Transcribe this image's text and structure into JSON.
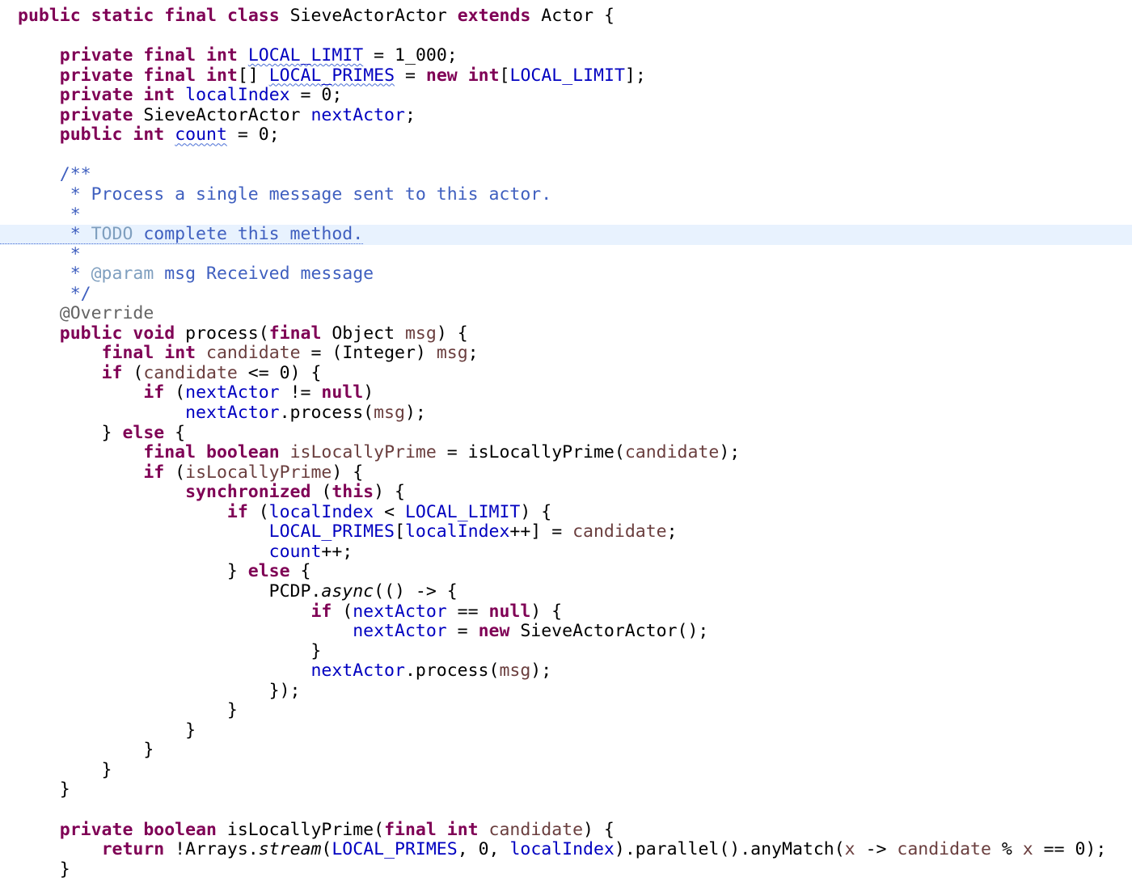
{
  "editor": {
    "colors": {
      "background": "#ffffff",
      "current_line_highlight": "#e8f2fe",
      "keyword": "#7f0055",
      "field": "#0000c0",
      "local_variable": "#6a3e3e",
      "javadoc": "#3f5fbf",
      "javadoc_tag": "#7f9fbf",
      "annotation": "#646464",
      "plain": "#000000",
      "warning_squiggle": "#4a6fd6"
    },
    "highlighted_line_index": 11,
    "lines": [
      [
        {
          "t": "public",
          "k": "kw"
        },
        {
          "t": " ",
          "k": "plain"
        },
        {
          "t": "static",
          "k": "kw"
        },
        {
          "t": " ",
          "k": "plain"
        },
        {
          "t": "final",
          "k": "kw"
        },
        {
          "t": " ",
          "k": "plain"
        },
        {
          "t": "class",
          "k": "kw"
        },
        {
          "t": " SieveActorActor ",
          "k": "plain"
        },
        {
          "t": "extends",
          "k": "kw"
        },
        {
          "t": " Actor {",
          "k": "plain"
        }
      ],
      [],
      [
        {
          "t": "    ",
          "k": "plain"
        },
        {
          "t": "private",
          "k": "kw"
        },
        {
          "t": " ",
          "k": "plain"
        },
        {
          "t": "final",
          "k": "kw"
        },
        {
          "t": " ",
          "k": "plain"
        },
        {
          "t": "int",
          "k": "kw"
        },
        {
          "t": " ",
          "k": "plain"
        },
        {
          "t": "LOCAL_LIMIT",
          "k": "field",
          "squiggle": true
        },
        {
          "t": " = 1_000;",
          "k": "plain"
        }
      ],
      [
        {
          "t": "    ",
          "k": "plain"
        },
        {
          "t": "private",
          "k": "kw"
        },
        {
          "t": " ",
          "k": "plain"
        },
        {
          "t": "final",
          "k": "kw"
        },
        {
          "t": " ",
          "k": "plain"
        },
        {
          "t": "int",
          "k": "kw"
        },
        {
          "t": "[] ",
          "k": "plain"
        },
        {
          "t": "LOCAL_PRIMES",
          "k": "field",
          "squiggle": true
        },
        {
          "t": " = ",
          "k": "plain"
        },
        {
          "t": "new",
          "k": "kw"
        },
        {
          "t": " ",
          "k": "plain"
        },
        {
          "t": "int",
          "k": "kw"
        },
        {
          "t": "[",
          "k": "plain"
        },
        {
          "t": "LOCAL_LIMIT",
          "k": "field"
        },
        {
          "t": "];",
          "k": "plain"
        }
      ],
      [
        {
          "t": "    ",
          "k": "plain"
        },
        {
          "t": "private",
          "k": "kw"
        },
        {
          "t": " ",
          "k": "plain"
        },
        {
          "t": "int",
          "k": "kw"
        },
        {
          "t": " ",
          "k": "plain"
        },
        {
          "t": "localIndex",
          "k": "field"
        },
        {
          "t": " = 0;",
          "k": "plain"
        }
      ],
      [
        {
          "t": "    ",
          "k": "plain"
        },
        {
          "t": "private",
          "k": "kw"
        },
        {
          "t": " SieveActorActor ",
          "k": "plain"
        },
        {
          "t": "nextActor",
          "k": "field"
        },
        {
          "t": ";",
          "k": "plain"
        }
      ],
      [
        {
          "t": "    ",
          "k": "plain"
        },
        {
          "t": "public",
          "k": "kw"
        },
        {
          "t": " ",
          "k": "plain"
        },
        {
          "t": "int",
          "k": "kw"
        },
        {
          "t": " ",
          "k": "plain"
        },
        {
          "t": "count",
          "k": "field",
          "squiggle": true
        },
        {
          "t": " = 0;",
          "k": "plain"
        }
      ],
      [],
      [
        {
          "t": "    /**",
          "k": "doc"
        }
      ],
      [
        {
          "t": "     * Process a single message sent to this actor.",
          "k": "doc"
        }
      ],
      [
        {
          "t": "     *",
          "k": "doc"
        }
      ],
      [
        {
          "t": "     * ",
          "k": "doc"
        },
        {
          "t": "TODO",
          "k": "doctag"
        },
        {
          "t": " complete this method.",
          "k": "doc"
        }
      ],
      [
        {
          "t": "     *",
          "k": "doc"
        }
      ],
      [
        {
          "t": "     * ",
          "k": "doc"
        },
        {
          "t": "@param",
          "k": "doctag"
        },
        {
          "t": " msg Received message",
          "k": "doc"
        }
      ],
      [
        {
          "t": "     */",
          "k": "doc"
        }
      ],
      [
        {
          "t": "    @Override",
          "k": "annot"
        }
      ],
      [
        {
          "t": "    ",
          "k": "plain"
        },
        {
          "t": "public",
          "k": "kw"
        },
        {
          "t": " ",
          "k": "plain"
        },
        {
          "t": "void",
          "k": "kw"
        },
        {
          "t": " process(",
          "k": "plain"
        },
        {
          "t": "final",
          "k": "kw"
        },
        {
          "t": " Object ",
          "k": "plain"
        },
        {
          "t": "msg",
          "k": "local"
        },
        {
          "t": ") {",
          "k": "plain"
        }
      ],
      [
        {
          "t": "        ",
          "k": "plain"
        },
        {
          "t": "final",
          "k": "kw"
        },
        {
          "t": " ",
          "k": "plain"
        },
        {
          "t": "int",
          "k": "kw"
        },
        {
          "t": " ",
          "k": "plain"
        },
        {
          "t": "candidate",
          "k": "local"
        },
        {
          "t": " = (Integer) ",
          "k": "plain"
        },
        {
          "t": "msg",
          "k": "local"
        },
        {
          "t": ";",
          "k": "plain"
        }
      ],
      [
        {
          "t": "        ",
          "k": "plain"
        },
        {
          "t": "if",
          "k": "kw"
        },
        {
          "t": " (",
          "k": "plain"
        },
        {
          "t": "candidate",
          "k": "local"
        },
        {
          "t": " <= 0) {",
          "k": "plain"
        }
      ],
      [
        {
          "t": "            ",
          "k": "plain"
        },
        {
          "t": "if",
          "k": "kw"
        },
        {
          "t": " (",
          "k": "plain"
        },
        {
          "t": "nextActor",
          "k": "field"
        },
        {
          "t": " != ",
          "k": "plain"
        },
        {
          "t": "null",
          "k": "kw"
        },
        {
          "t": ")",
          "k": "plain"
        }
      ],
      [
        {
          "t": "                ",
          "k": "plain"
        },
        {
          "t": "nextActor",
          "k": "field"
        },
        {
          "t": ".process(",
          "k": "plain"
        },
        {
          "t": "msg",
          "k": "local"
        },
        {
          "t": ");",
          "k": "plain"
        }
      ],
      [
        {
          "t": "        } ",
          "k": "plain"
        },
        {
          "t": "else",
          "k": "kw"
        },
        {
          "t": " {",
          "k": "plain"
        }
      ],
      [
        {
          "t": "            ",
          "k": "plain"
        },
        {
          "t": "final",
          "k": "kw"
        },
        {
          "t": " ",
          "k": "plain"
        },
        {
          "t": "boolean",
          "k": "kw"
        },
        {
          "t": " ",
          "k": "plain"
        },
        {
          "t": "isLocallyPrime",
          "k": "local"
        },
        {
          "t": " = isLocallyPrime(",
          "k": "plain"
        },
        {
          "t": "candidate",
          "k": "local"
        },
        {
          "t": ");",
          "k": "plain"
        }
      ],
      [
        {
          "t": "            ",
          "k": "plain"
        },
        {
          "t": "if",
          "k": "kw"
        },
        {
          "t": " (",
          "k": "plain"
        },
        {
          "t": "isLocallyPrime",
          "k": "local"
        },
        {
          "t": ") {",
          "k": "plain"
        }
      ],
      [
        {
          "t": "                ",
          "k": "plain"
        },
        {
          "t": "synchronized",
          "k": "kw"
        },
        {
          "t": " (",
          "k": "plain"
        },
        {
          "t": "this",
          "k": "kw"
        },
        {
          "t": ") {",
          "k": "plain"
        }
      ],
      [
        {
          "t": "                    ",
          "k": "plain"
        },
        {
          "t": "if",
          "k": "kw"
        },
        {
          "t": " (",
          "k": "plain"
        },
        {
          "t": "localIndex",
          "k": "field"
        },
        {
          "t": " < ",
          "k": "plain"
        },
        {
          "t": "LOCAL_LIMIT",
          "k": "field"
        },
        {
          "t": ") {",
          "k": "plain"
        }
      ],
      [
        {
          "t": "                        ",
          "k": "plain"
        },
        {
          "t": "LOCAL_PRIMES",
          "k": "field"
        },
        {
          "t": "[",
          "k": "plain"
        },
        {
          "t": "localIndex",
          "k": "field"
        },
        {
          "t": "++] = ",
          "k": "plain"
        },
        {
          "t": "candidate",
          "k": "local"
        },
        {
          "t": ";",
          "k": "plain"
        }
      ],
      [
        {
          "t": "                        ",
          "k": "plain"
        },
        {
          "t": "count",
          "k": "field"
        },
        {
          "t": "++;",
          "k": "plain"
        }
      ],
      [
        {
          "t": "                    } ",
          "k": "plain"
        },
        {
          "t": "else",
          "k": "kw"
        },
        {
          "t": " {",
          "k": "plain"
        }
      ],
      [
        {
          "t": "                        PCDP.",
          "k": "plain"
        },
        {
          "t": "async",
          "k": "plain",
          "italic": true
        },
        {
          "t": "(() -> {",
          "k": "plain"
        }
      ],
      [
        {
          "t": "                            ",
          "k": "plain"
        },
        {
          "t": "if",
          "k": "kw"
        },
        {
          "t": " (",
          "k": "plain"
        },
        {
          "t": "nextActor",
          "k": "field"
        },
        {
          "t": " == ",
          "k": "plain"
        },
        {
          "t": "null",
          "k": "kw"
        },
        {
          "t": ") {",
          "k": "plain"
        }
      ],
      [
        {
          "t": "                                ",
          "k": "plain"
        },
        {
          "t": "nextActor",
          "k": "field"
        },
        {
          "t": " = ",
          "k": "plain"
        },
        {
          "t": "new",
          "k": "kw"
        },
        {
          "t": " SieveActorActor();",
          "k": "plain"
        }
      ],
      [
        {
          "t": "                            }",
          "k": "plain"
        }
      ],
      [
        {
          "t": "                            ",
          "k": "plain"
        },
        {
          "t": "nextActor",
          "k": "field"
        },
        {
          "t": ".process(",
          "k": "plain"
        },
        {
          "t": "msg",
          "k": "local"
        },
        {
          "t": ");",
          "k": "plain"
        }
      ],
      [
        {
          "t": "                        });",
          "k": "plain"
        }
      ],
      [
        {
          "t": "                    }",
          "k": "plain"
        }
      ],
      [
        {
          "t": "                }",
          "k": "plain"
        }
      ],
      [
        {
          "t": "            }",
          "k": "plain"
        }
      ],
      [
        {
          "t": "        }",
          "k": "plain"
        }
      ],
      [
        {
          "t": "    }",
          "k": "plain"
        }
      ],
      [],
      [
        {
          "t": "    ",
          "k": "plain"
        },
        {
          "t": "private",
          "k": "kw"
        },
        {
          "t": " ",
          "k": "plain"
        },
        {
          "t": "boolean",
          "k": "kw"
        },
        {
          "t": " isLocallyPrime(",
          "k": "plain"
        },
        {
          "t": "final",
          "k": "kw"
        },
        {
          "t": " ",
          "k": "plain"
        },
        {
          "t": "int",
          "k": "kw"
        },
        {
          "t": " ",
          "k": "plain"
        },
        {
          "t": "candidate",
          "k": "local"
        },
        {
          "t": ") {",
          "k": "plain"
        }
      ],
      [
        {
          "t": "        ",
          "k": "plain"
        },
        {
          "t": "return",
          "k": "kw"
        },
        {
          "t": " !Arrays.",
          "k": "plain"
        },
        {
          "t": "stream",
          "k": "plain",
          "italic": true
        },
        {
          "t": "(",
          "k": "plain"
        },
        {
          "t": "LOCAL_PRIMES",
          "k": "field"
        },
        {
          "t": ", 0, ",
          "k": "plain"
        },
        {
          "t": "localIndex",
          "k": "field"
        },
        {
          "t": ").parallel().anyMatch(",
          "k": "plain"
        },
        {
          "t": "x",
          "k": "local"
        },
        {
          "t": " -> ",
          "k": "plain"
        },
        {
          "t": "candidate",
          "k": "local"
        },
        {
          "t": " % ",
          "k": "plain"
        },
        {
          "t": "x",
          "k": "local"
        },
        {
          "t": " == 0);",
          "k": "plain"
        }
      ],
      [
        {
          "t": "    }",
          "k": "plain"
        }
      ]
    ]
  }
}
